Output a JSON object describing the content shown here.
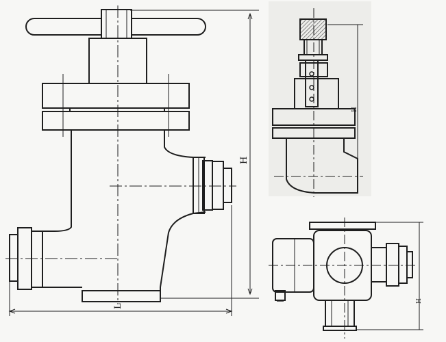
{
  "labels": {
    "main_height": "H",
    "main_length": "L",
    "side_view_height": "H",
    "bottom_view_height": "H"
  },
  "colors": {
    "ink": "#1e1e1e",
    "paper": "#f7f7f5",
    "hatch": "#444444"
  }
}
